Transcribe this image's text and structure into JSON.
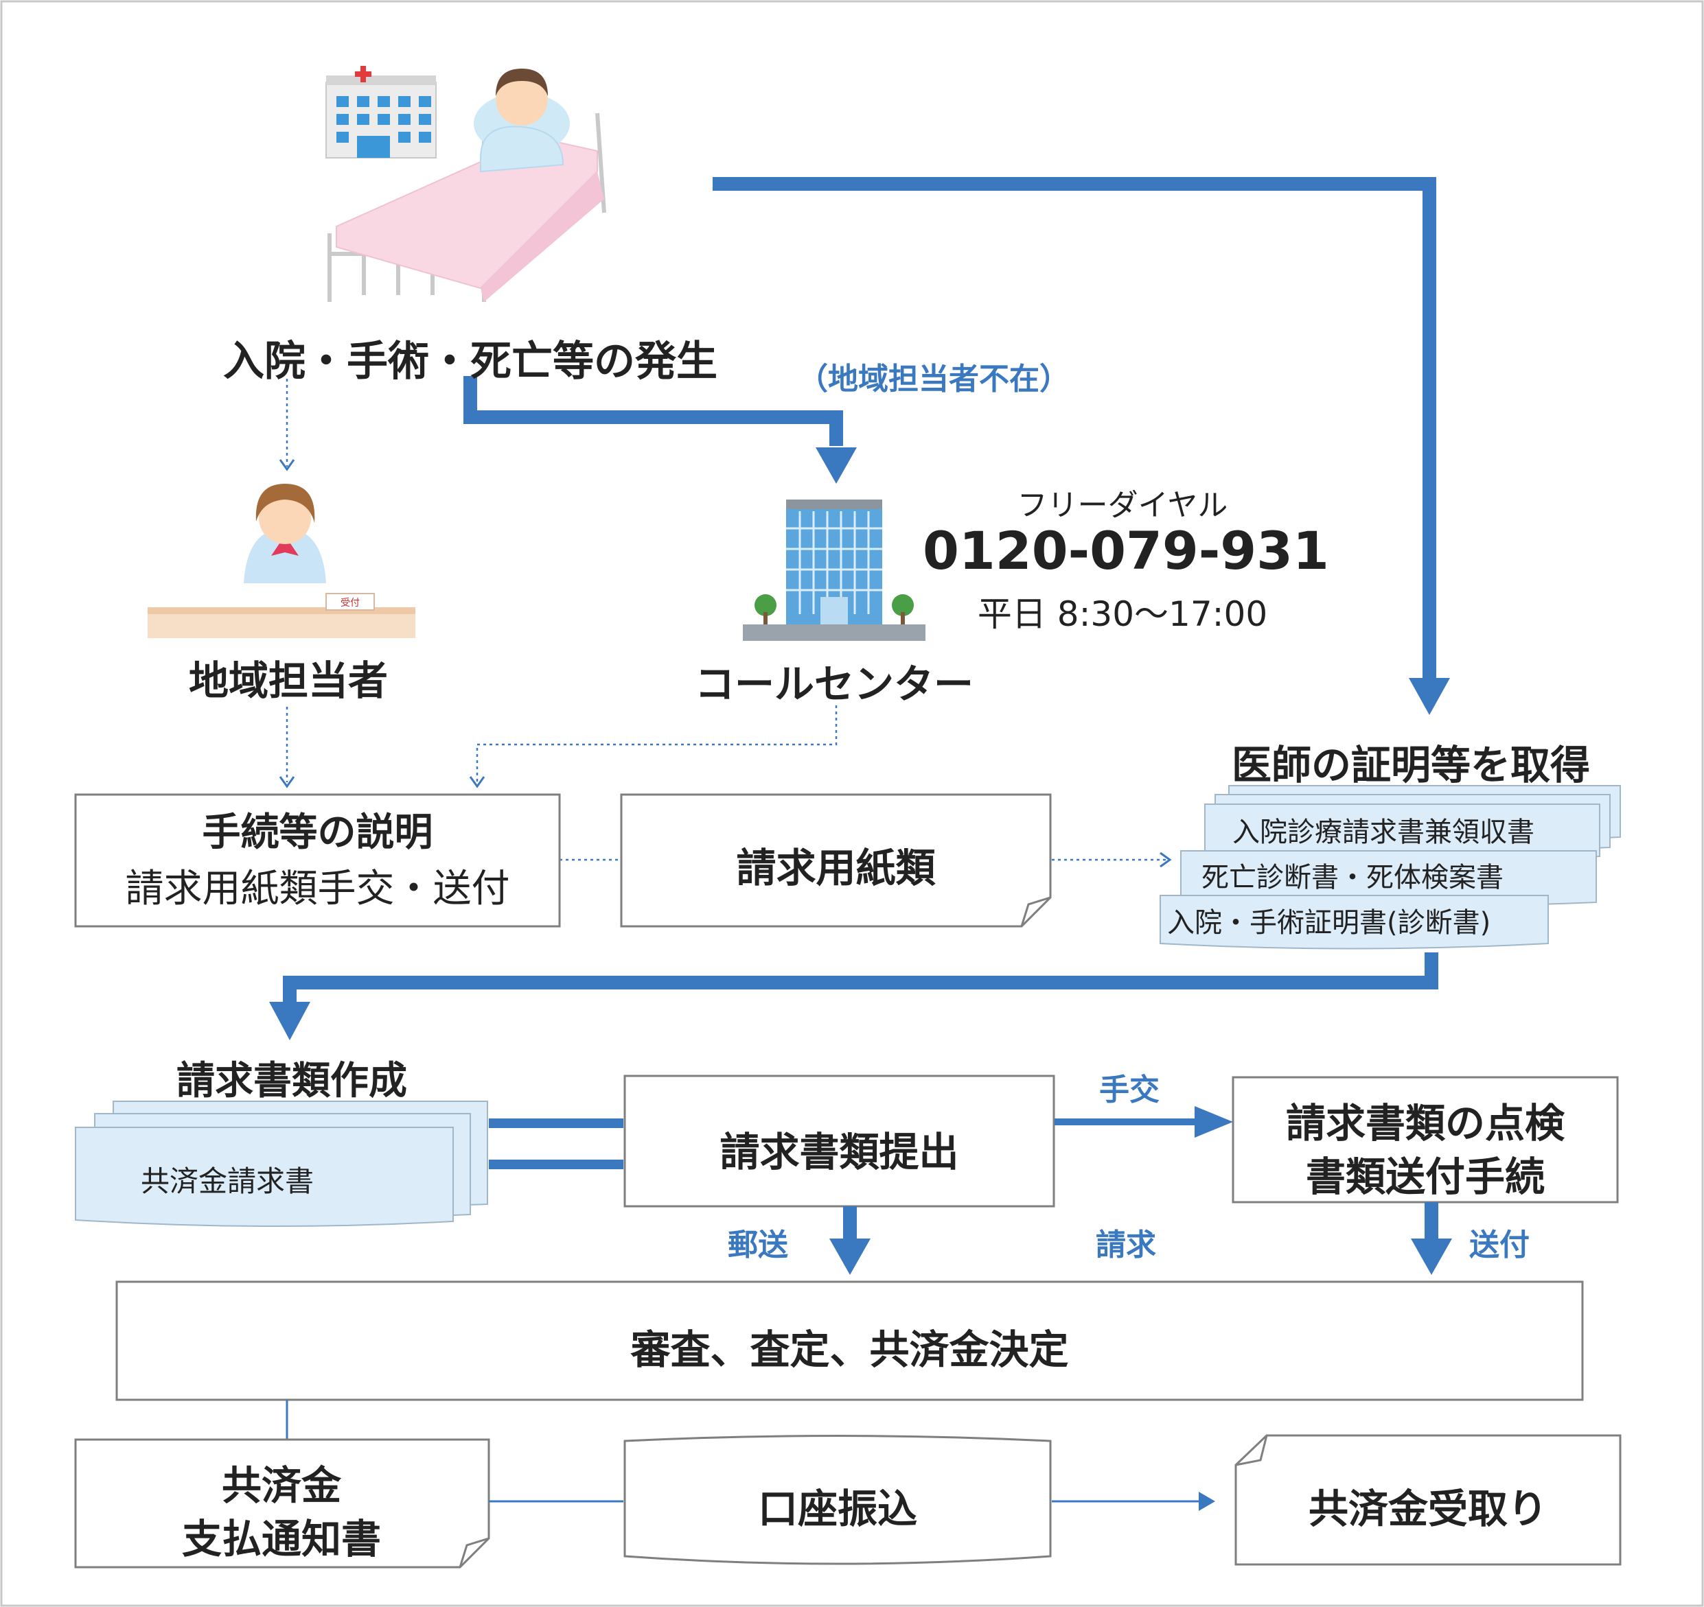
{
  "event": {
    "title": "入院・手術・死亡等の発生"
  },
  "notes": {
    "absent": "（地域担当者不在）"
  },
  "agent": {
    "label": "地域担当者",
    "desk_sign": "受付"
  },
  "call_center": {
    "label": "コールセンター",
    "dial_label": "フリーダイヤル",
    "phone": "0120-079-931",
    "hours": "平日 8:30～17:00"
  },
  "doctor": {
    "title": "医師の証明等を取得",
    "docs": [
      "入院診療請求書兼領収書",
      "死亡診断書・死体検案書",
      "入院・手術証明書(診断書)"
    ]
  },
  "procedures": {
    "line1": "手続等の説明",
    "line2": "請求用紙類手交・送付"
  },
  "forms": {
    "label": "請求用紙類"
  },
  "claim": {
    "title": "請求書類作成",
    "doc": "共済金請求書",
    "submit": "請求書類提出",
    "handover": "手交",
    "check_line1": "請求書類の点検",
    "check_line2": "書類送付手続",
    "mail": "郵送",
    "request": "請求",
    "send": "送付"
  },
  "review": {
    "label": "審査、査定、共済金決定"
  },
  "payment": {
    "notice_line1": "共済金",
    "notice_line2": "支払通知書",
    "transfer": "口座振込",
    "receive": "共済金受取り"
  },
  "colors": {
    "arrow": "#3a78c0",
    "doc_fill": "#dcecf8",
    "border": "#7f7f7f"
  }
}
